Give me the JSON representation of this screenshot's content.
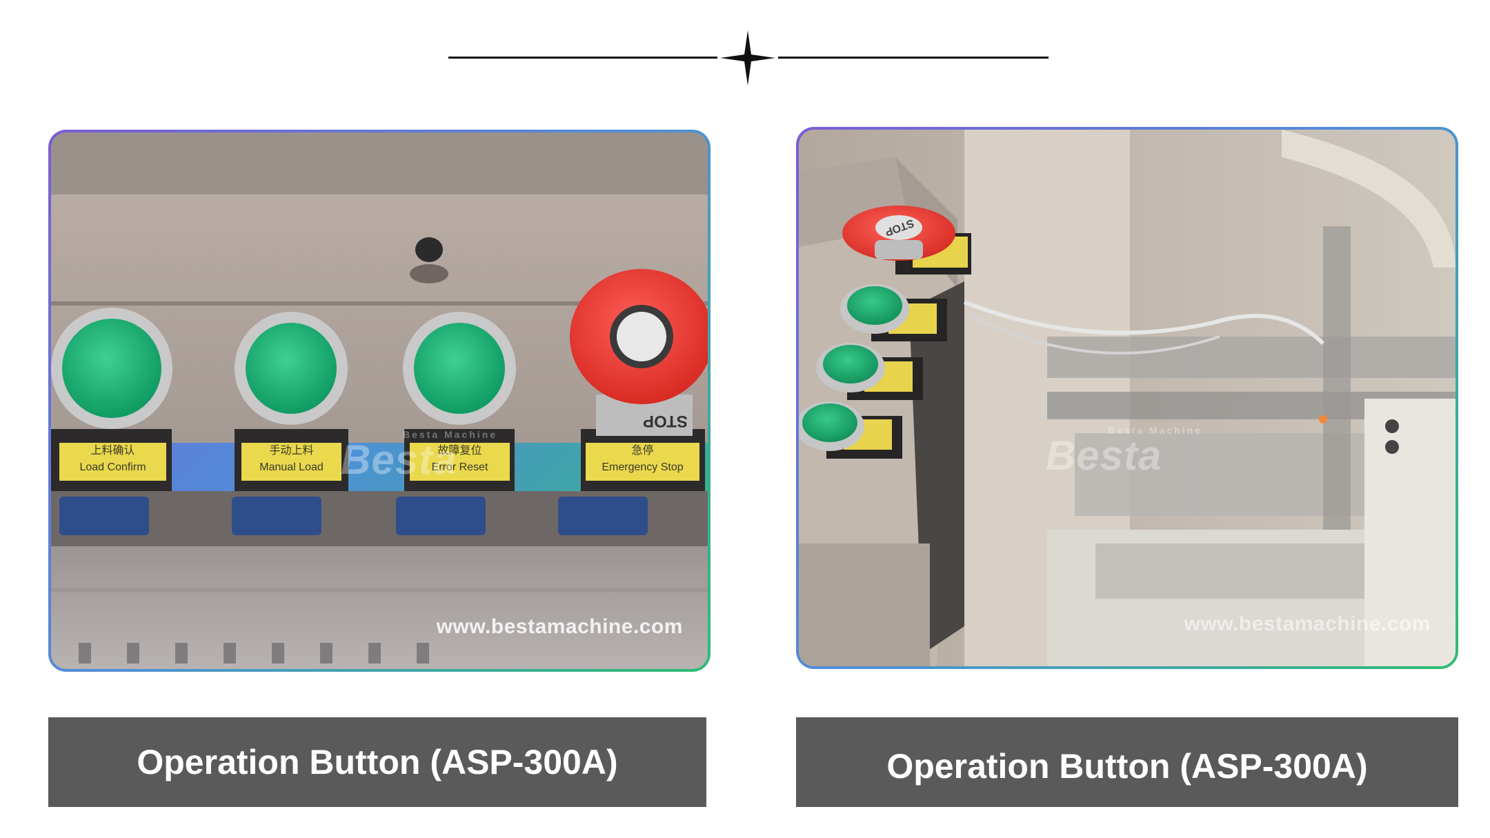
{
  "colors": {
    "frame_gradient_start": "#7b5cd6",
    "frame_gradient_end": "#2ebd72",
    "caption_background": "#5a5a5a",
    "caption_text": "#ffffff",
    "divider": "#111111"
  },
  "divider": {
    "ornament": "four-point-star-icon"
  },
  "panels": [
    {
      "photo": {
        "subject": "control panel with three green push buttons and a red emergency stop button",
        "stop_label": "STOP",
        "button_labels": [
          {
            "cn": "上料确认",
            "en": "Load Confirm"
          },
          {
            "cn": "手动上料",
            "en": "Manual Load"
          },
          {
            "cn": "故障复位",
            "en": "Error Reset"
          },
          {
            "cn": "急停",
            "en": "Emergency Stop"
          }
        ],
        "watermark_logo": "Besta",
        "watermark_logo_sub": "Besta Machine",
        "watermark_url": "www.bestamachine.com"
      },
      "caption": "Operation Button (ASP-300A)"
    },
    {
      "photo": {
        "subject": "angled control box with a red stop button and three green push buttons beside machine frame",
        "stop_label": "STOP",
        "watermark_logo": "Besta",
        "watermark_logo_sub": "Besta Machine",
        "watermark_url": "www.bestamachine.com"
      },
      "caption": "Operation Button (ASP-300A)"
    }
  ]
}
